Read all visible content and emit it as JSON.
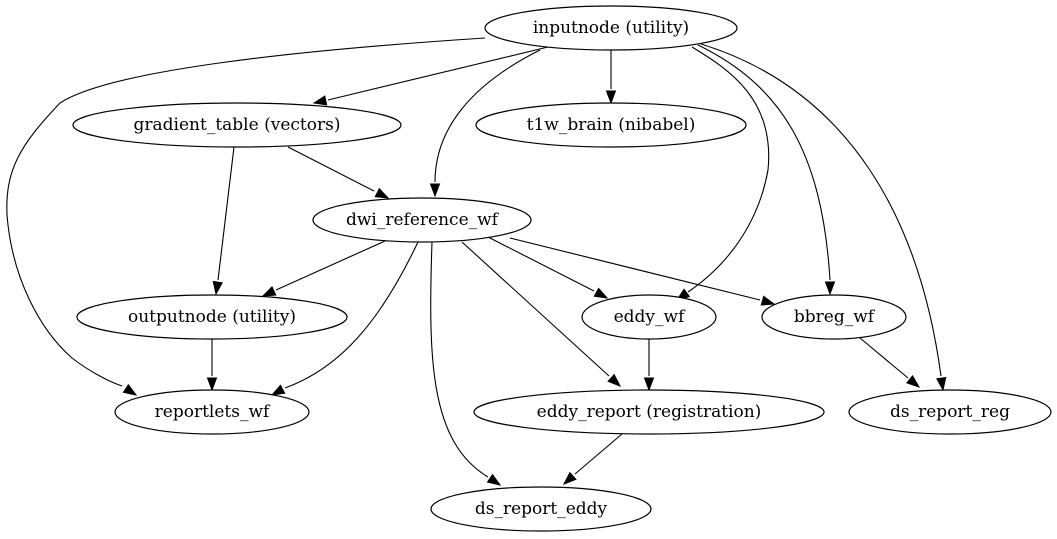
{
  "diagram": {
    "type": "directed-graph",
    "nodes": {
      "inputnode": "inputnode (utility)",
      "gradient_table": "gradient_table (vectors)",
      "t1w_brain": "t1w_brain (nibabel)",
      "dwi_reference_wf": "dwi_reference_wf",
      "outputnode": "outputnode (utility)",
      "eddy_wf": "eddy_wf",
      "bbreg_wf": "bbreg_wf",
      "reportlets_wf": "reportlets_wf",
      "eddy_report": "eddy_report (registration)",
      "ds_report_reg": "ds_report_reg",
      "ds_report_eddy": "ds_report_eddy"
    },
    "edges": [
      [
        "inputnode",
        "gradient_table"
      ],
      [
        "inputnode",
        "t1w_brain"
      ],
      [
        "inputnode",
        "dwi_reference_wf"
      ],
      [
        "inputnode",
        "reportlets_wf"
      ],
      [
        "inputnode",
        "eddy_wf"
      ],
      [
        "inputnode",
        "bbreg_wf"
      ],
      [
        "inputnode",
        "ds_report_reg"
      ],
      [
        "gradient_table",
        "dwi_reference_wf"
      ],
      [
        "gradient_table",
        "outputnode"
      ],
      [
        "dwi_reference_wf",
        "outputnode"
      ],
      [
        "dwi_reference_wf",
        "reportlets_wf"
      ],
      [
        "dwi_reference_wf",
        "eddy_wf"
      ],
      [
        "dwi_reference_wf",
        "bbreg_wf"
      ],
      [
        "dwi_reference_wf",
        "eddy_report"
      ],
      [
        "dwi_reference_wf",
        "ds_report_eddy"
      ],
      [
        "outputnode",
        "reportlets_wf"
      ],
      [
        "eddy_wf",
        "eddy_report"
      ],
      [
        "bbreg_wf",
        "ds_report_reg"
      ],
      [
        "eddy_report",
        "ds_report_eddy"
      ]
    ]
  }
}
